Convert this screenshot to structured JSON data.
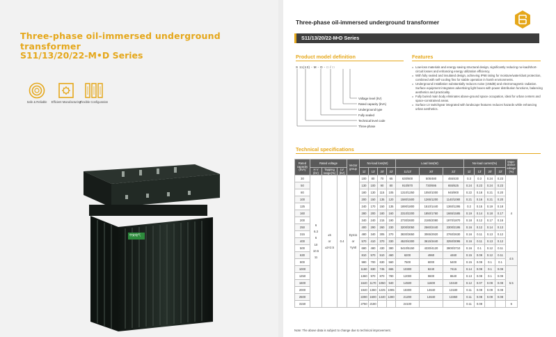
{
  "left": {
    "title": "Three-phase oil-immersed underground transformer",
    "series": "S11/13/20/22-M•D Series",
    "features": [
      {
        "icon": "concentric-circles-icon",
        "label": "Safe & Reliable"
      },
      {
        "icon": "gear-chip-icon",
        "label": "Efficient Manufacturing"
      },
      {
        "icon": "modules-icon",
        "label": "Flexible Configuration"
      }
    ],
    "badge_text": "中安电气"
  },
  "right": {
    "title": "Three-phase oil-immersed underground transformer",
    "series_bar": "S11/13/20/22-M•D Series",
    "model_heading": "Product model definition",
    "model_code": "S 11(13) - M - D - □ / □",
    "model_labels": [
      "Voltage level (kV)",
      "Rated capacity (kVA)",
      "Underground type",
      "Fully sealed",
      "Technical level code",
      "Three-phase"
    ],
    "features_heading": "Features",
    "features": [
      "Low-loss materials and energy-saving structural design, significantly reducing no-load/short-circuit losses and enhancing energy utilization efficiency.",
      "With fully sealed and insulated design, achieving IP68 rating for moisture/water/dust protection, combined with self-cooling fins for stable operation in harsh environments.",
      "Underground installation substantially reduces noise (≤55dB) and electromagnetic radiation. Surface equipment integrates advertising light boxes with power distribution functions, balancing aesthetics and practicality.",
      "Fully buried main body eliminates above-ground space occupation, ideal for urban centers and space-constrained areas.",
      "Surface LV switchgear integrated with landscape features reduces hazards while enhancing urban aesthetics."
    ],
    "tech_heading": "Technical specifications",
    "note": "Note: The above data is subject to change due to technical improvement.",
    "table": {
      "headers": {
        "rated_capacity": "Rated capacity (kVA)",
        "rated_voltage": "Rated voltage",
        "hv": "H V (kV)",
        "tapping": "Tapping range(%)",
        "lv": "LV (kV)",
        "vector_group": "Vector group",
        "no_load_loss": "No-load loss(W)",
        "load_loss": "Load loss(W)",
        "no_load_current": "No-load current(%)",
        "impedance": "Impe-dance voltage (%)",
        "nl_cols": [
          "11̆",
          "13̆",
          "20̆",
          "22̆"
        ],
        "ll_cols": [
          "11/13̆",
          "20̆",
          "22̆"
        ],
        "nc_cols": [
          "11̆",
          "13̆",
          "20̆",
          "22̆"
        ]
      },
      "hv_values": "6\n6.3\n6\n10\n10.5\n11",
      "tap_values": "±5\nor\n±2×2.5",
      "lv_value": "0.4",
      "vector_values": "Dyn11\nor\nYyn0",
      "impedance_values": [
        "4",
        "4.5",
        "5.5",
        "6"
      ],
      "rows": [
        [
          "30",
          "100",
          "80",
          "70",
          "65",
          "630/600",
          "505/480",
          "455/430",
          "0.3",
          "0.3",
          "0.24",
          "0.23"
        ],
        [
          "50",
          "130",
          "100",
          "90",
          "80",
          "910/870",
          "730/695",
          "655/625",
          "0.24",
          "0.23",
          "0.24",
          "0.23"
        ],
        [
          "80",
          "180",
          "130",
          "115",
          "105",
          "1310/1250",
          "1050/1000",
          "945/900",
          "0.22",
          "0.18",
          "0.21",
          "0.20"
        ],
        [
          "100",
          "200",
          "150",
          "135",
          "120",
          "1580/1500",
          "1265/1200",
          "1140/1080",
          "0.21",
          "0.16",
          "0.21",
          "0.20"
        ],
        [
          "125",
          "240",
          "170",
          "150",
          "135",
          "1890/1800",
          "1510/1440",
          "1360/1295",
          "0.2",
          "0.15",
          "0.19",
          "0.18"
        ],
        [
          "160",
          "280",
          "200",
          "180",
          "160",
          "2310/2200",
          "1850/1760",
          "1665/1585",
          "0.19",
          "0.14",
          "0.18",
          "0.17"
        ],
        [
          "200",
          "340",
          "240",
          "215",
          "190",
          "2730/2600",
          "2185/2080",
          "1970/1870",
          "0.18",
          "0.12",
          "0.17",
          "0.16"
        ],
        [
          "250",
          "400",
          "290",
          "260",
          "230",
          "3200/3050",
          "2560/2440",
          "2300/2195",
          "0.16",
          "0.12",
          "0.14",
          "0.13"
        ],
        [
          "315",
          "480",
          "340",
          "305",
          "270",
          "3830/3650",
          "3065/2920",
          "2760/2630",
          "0.16",
          "0.11",
          "0.13",
          "0.12"
        ],
        [
          "400",
          "570",
          "410",
          "370",
          "330",
          "4520/4300",
          "3615/3440",
          "3250/3095",
          "0.16",
          "0.11",
          "0.13",
          "0.12"
        ],
        [
          "500",
          "680",
          "480",
          "430",
          "380",
          "5410/5150",
          "4330/4120",
          "3900/3710",
          "0.16",
          "0.1",
          "0.12",
          "0.11"
        ],
        [
          "630",
          "810",
          "570",
          "510",
          "460",
          "6200",
          "4960",
          "4460",
          "0.15",
          "0.09",
          "0.12",
          "0.11"
        ],
        [
          "800",
          "980",
          "700",
          "630",
          "560",
          "7500",
          "6000",
          "5400",
          "0.15",
          "0.09",
          "0.1",
          "0.1"
        ],
        [
          "1000",
          "1150",
          "830",
          "745",
          "665",
          "10300",
          "8240",
          "7415",
          "0.14",
          "0.09",
          "0.1",
          "0.09"
        ],
        [
          "1250",
          "1360",
          "970",
          "870",
          "780",
          "12000",
          "9600",
          "8640",
          "0.13",
          "0.08",
          "0.1",
          "0.09"
        ],
        [
          "1600",
          "1640",
          "1170",
          "1050",
          "940",
          "14500",
          "11600",
          "10440",
          "0.12",
          "0.07",
          "0.09",
          "0.08"
        ],
        [
          "2000",
          "1940",
          "1360",
          "1225",
          "1085",
          "18300",
          "14640",
          "13180",
          "0.11",
          "0.09",
          "0.09",
          "0.08"
        ],
        [
          "2500",
          "2290",
          "1600",
          "1440",
          "1280",
          "21200",
          "14640",
          "13360",
          "0.11",
          "0.08",
          "0.09",
          "0.08"
        ],
        [
          "3150",
          "2750",
          "2180",
          "",
          "",
          "24100",
          "",
          "",
          "0.11",
          "0.08",
          "",
          ""
        ]
      ]
    }
  },
  "colors": {
    "accent": "#e5a71a",
    "dark_bar": "#3d3d3d",
    "header": "#5a5a5a"
  }
}
